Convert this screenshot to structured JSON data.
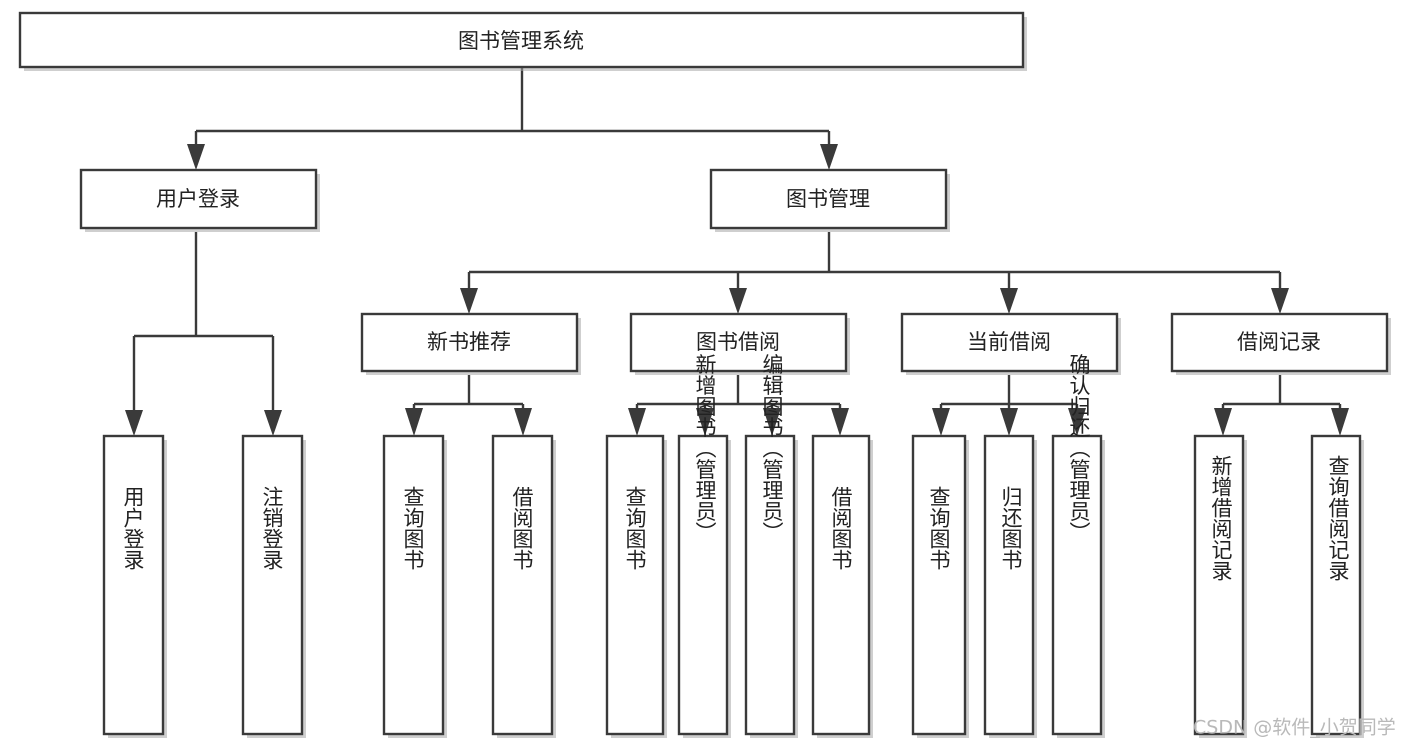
{
  "diagram": {
    "type": "tree-hierarchy-chart",
    "title": "图书管理系统",
    "watermark": "CSDN @软件_小贺同学",
    "colors": {
      "box_stroke": "#3a3a3a",
      "box_fill": "#ffffff",
      "text": "#222222",
      "background": "#ffffff",
      "watermark": "#b9b9b9"
    },
    "levels": [
      {
        "level": 1,
        "nodes": [
          {
            "id": "root",
            "label": "图书管理系统"
          }
        ]
      },
      {
        "level": 2,
        "nodes": [
          {
            "id": "user-login",
            "label": "用户登录",
            "parent": "root"
          },
          {
            "id": "book-manage",
            "label": "图书管理",
            "parent": "root"
          }
        ]
      },
      {
        "level": 3,
        "nodes": [
          {
            "id": "new-book-rec",
            "label": "新书推荐",
            "parent": "book-manage"
          },
          {
            "id": "book-borrow",
            "label": "图书借阅",
            "parent": "book-manage"
          },
          {
            "id": "current-borrow",
            "label": "当前借阅",
            "parent": "book-manage"
          },
          {
            "id": "borrow-record",
            "label": "借阅记录",
            "parent": "book-manage"
          }
        ]
      },
      {
        "level": 4,
        "nodes": [
          {
            "id": "leaf-1",
            "label": "用户登录",
            "parent": "user-login"
          },
          {
            "id": "leaf-2",
            "label": "注销登录",
            "parent": "user-login"
          },
          {
            "id": "leaf-3",
            "label": "查询图书",
            "parent": "new-book-rec"
          },
          {
            "id": "leaf-4",
            "label": "借阅图书",
            "parent": "new-book-rec"
          },
          {
            "id": "leaf-5",
            "label": "查询图书",
            "parent": "book-borrow"
          },
          {
            "id": "leaf-6",
            "label": "新增图书（管理员）",
            "parent": "book-borrow"
          },
          {
            "id": "leaf-7",
            "label": "编辑图书（管理员）",
            "parent": "book-borrow"
          },
          {
            "id": "leaf-8",
            "label": "借阅图书",
            "parent": "book-borrow"
          },
          {
            "id": "leaf-9",
            "label": "查询图书",
            "parent": "current-borrow"
          },
          {
            "id": "leaf-10",
            "label": "归还图书",
            "parent": "current-borrow"
          },
          {
            "id": "leaf-11",
            "label": "确认归还（管理员）",
            "parent": "current-borrow"
          },
          {
            "id": "leaf-12",
            "label": "新增借阅记录",
            "parent": "borrow-record"
          },
          {
            "id": "leaf-13",
            "label": "查询借阅记录",
            "parent": "borrow-record"
          }
        ]
      }
    ]
  }
}
